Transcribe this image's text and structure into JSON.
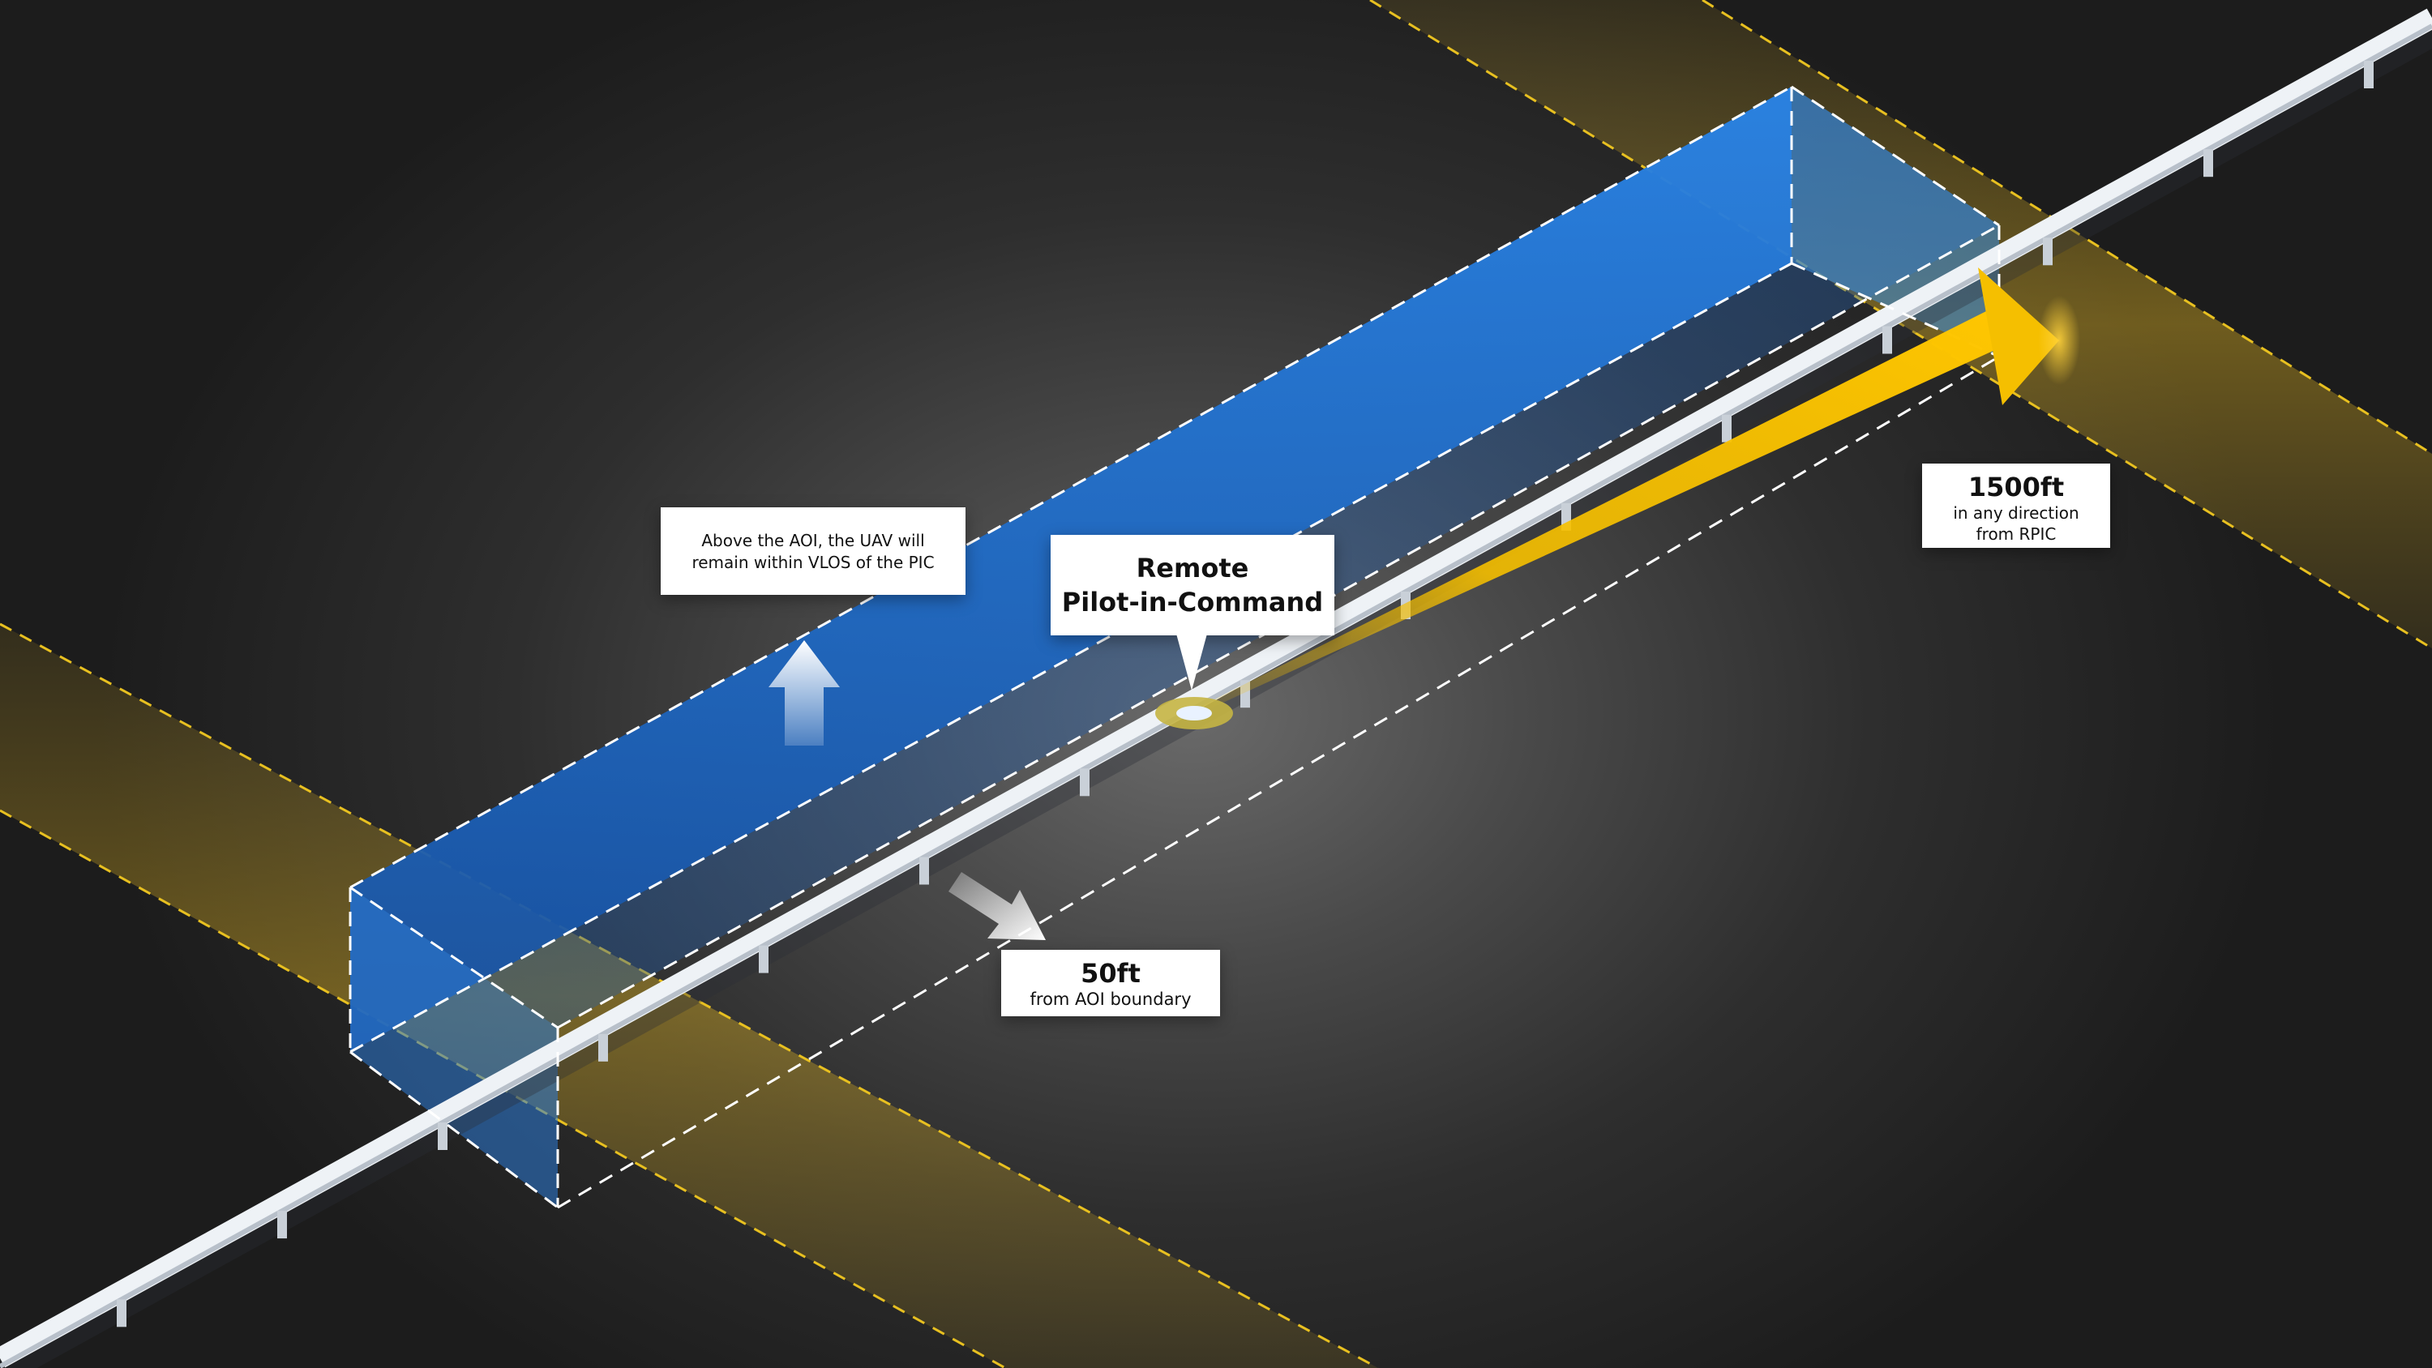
{
  "labels": {
    "vlos_note": "Above the AOI, the UAV will remain within VLOS of the PIC",
    "rpic_line1": "Remote",
    "rpic_line2": "Pilot-in-Command",
    "offset_value": "50ft",
    "offset_caption": "from AOI boundary",
    "range_value": "1500ft",
    "range_caption_line1": "in any direction",
    "range_caption_line2": "from RPIC"
  },
  "colors": {
    "volume_blue": "#1f6fc9",
    "buffer_yellow": "#c9a010",
    "range_arrow": "#f5bf00",
    "dash_white": "#ffffff",
    "rail": "#eef2f6"
  },
  "icons": [
    "up-arrow-icon",
    "outward-arrow-icon",
    "range-arrow-icon",
    "pilot-marker-icon"
  ]
}
